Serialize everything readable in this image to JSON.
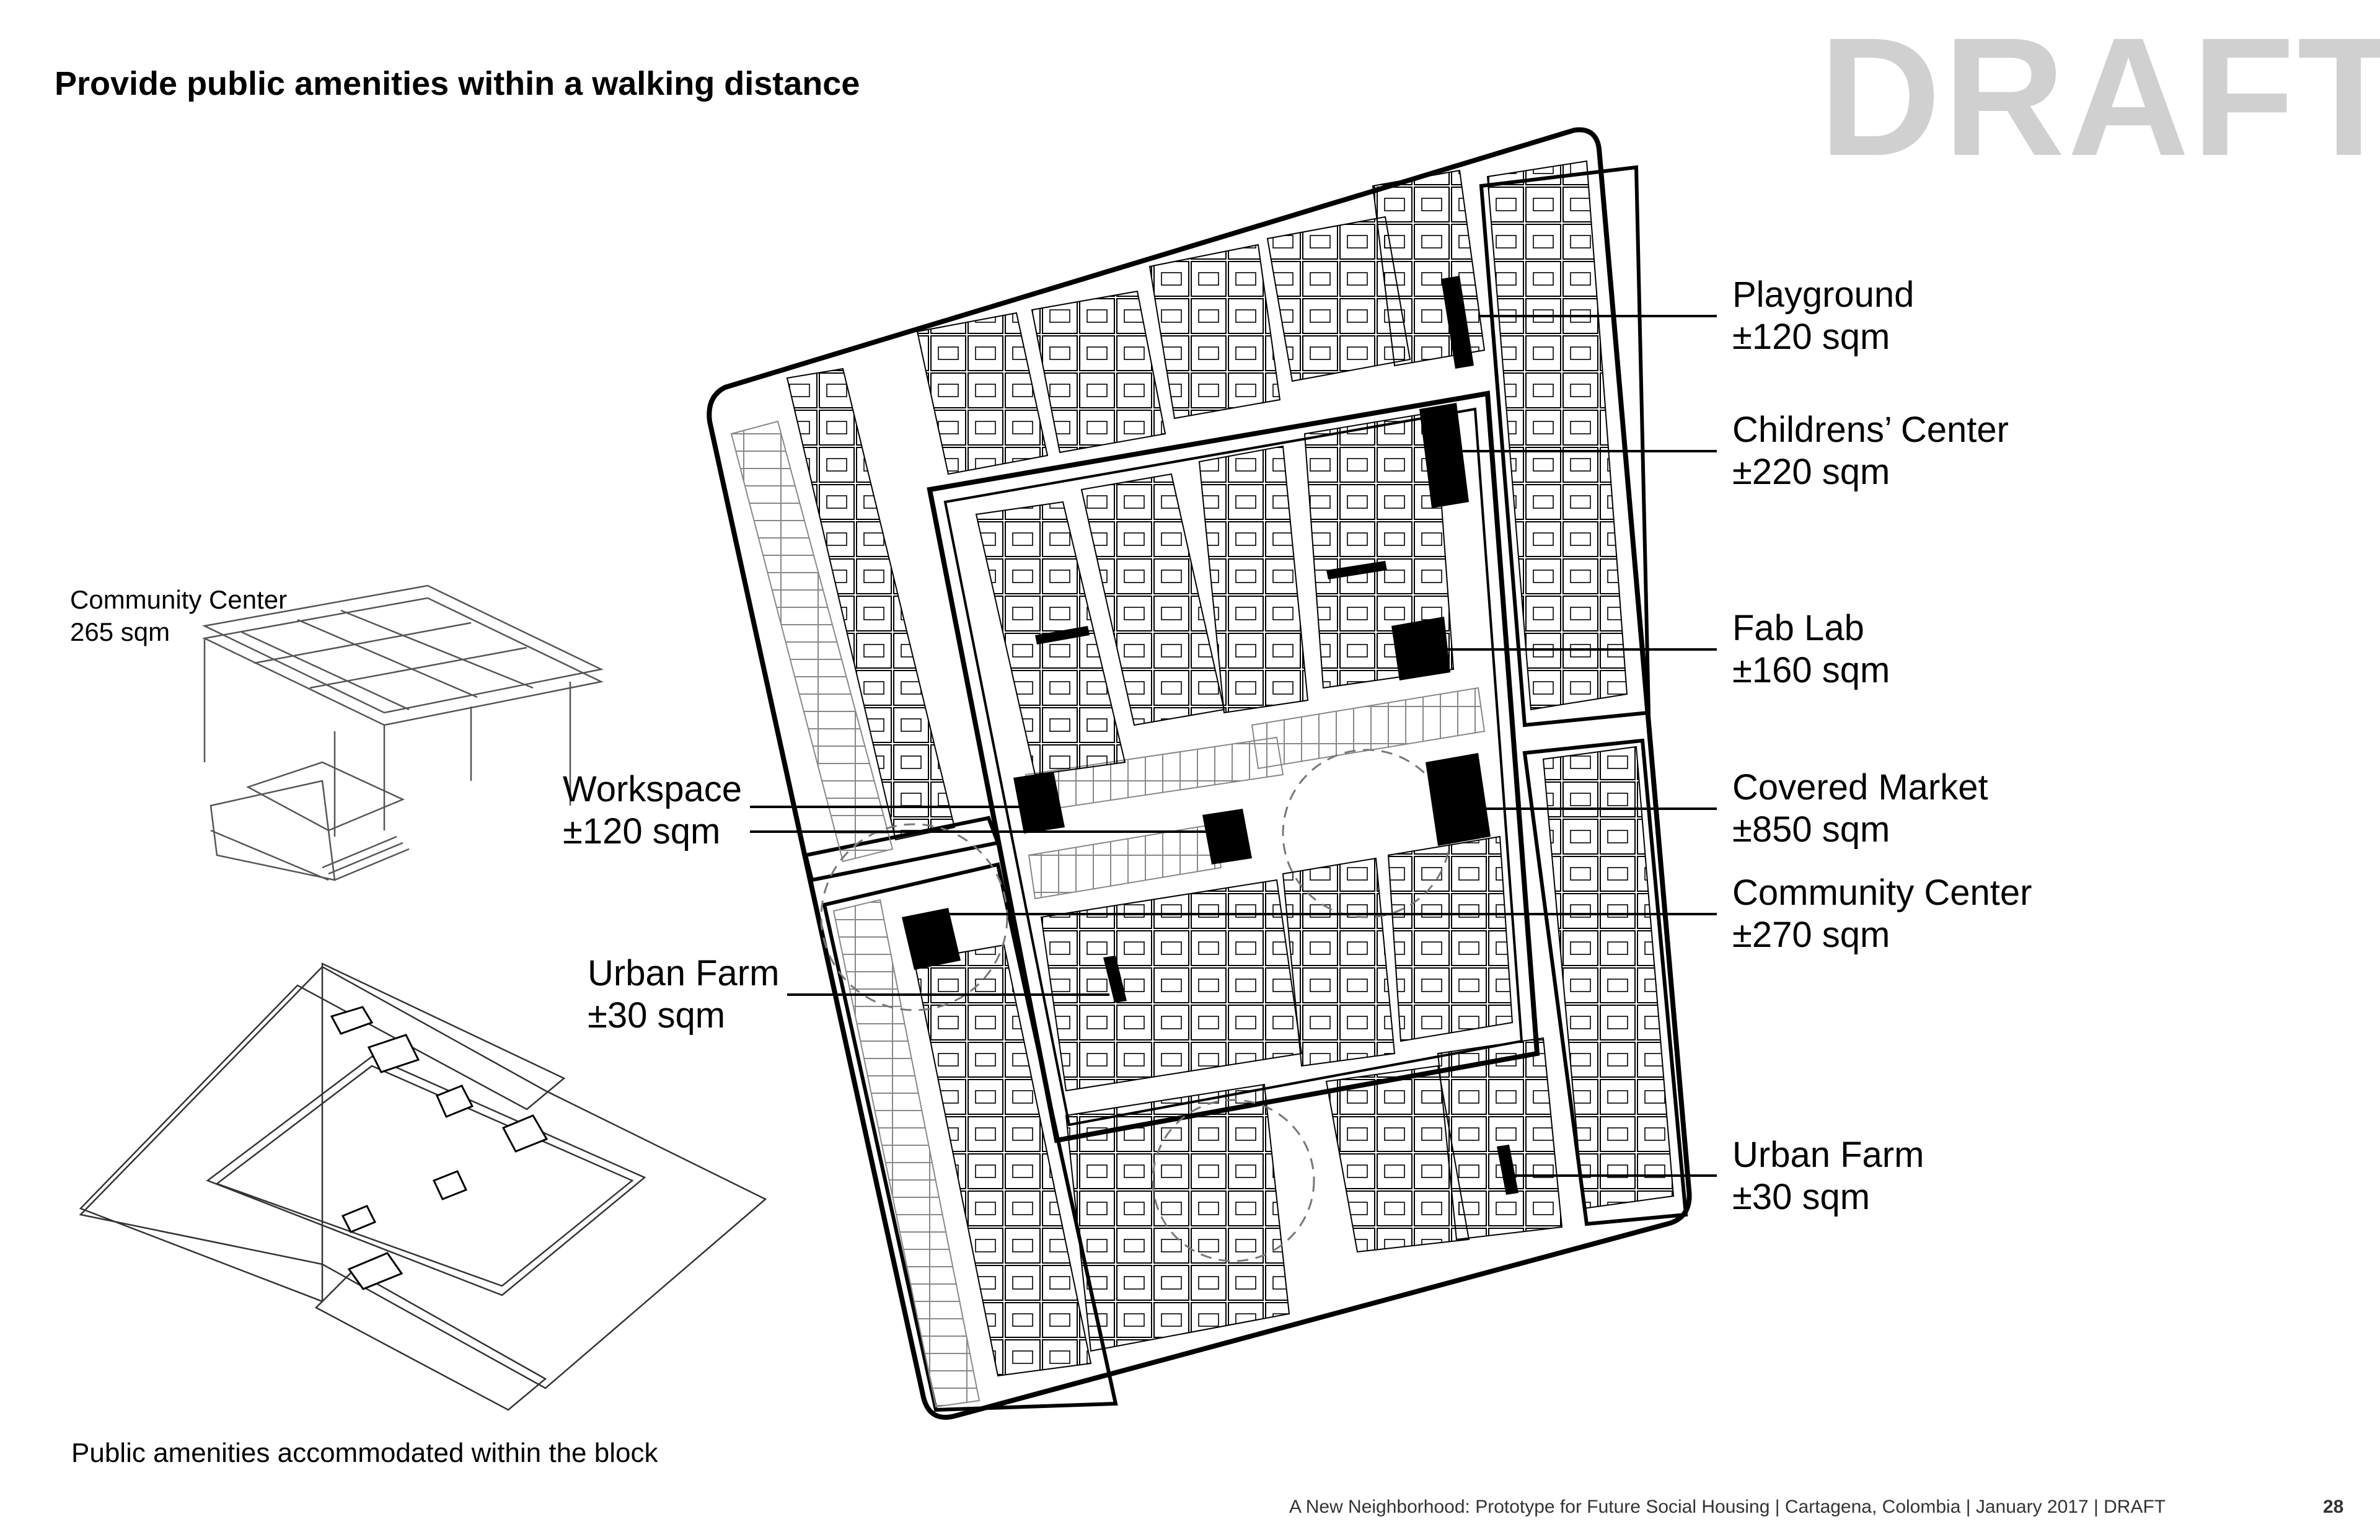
{
  "title": "Provide public amenities within a walking distance",
  "watermark": "DRAFT",
  "isometric_building": {
    "name": "Community Center",
    "area": "265 sqm"
  },
  "amenities": [
    {
      "name": "Playground",
      "area": "±120 sqm"
    },
    {
      "name": "Childrens’ Center",
      "area": "±220 sqm"
    },
    {
      "name": "Fab Lab",
      "area": "±160 sqm"
    },
    {
      "name": "Covered Market",
      "area": "±850 sqm"
    },
    {
      "name": "Community Center",
      "area": "±270 sqm"
    },
    {
      "name": "Urban Farm",
      "area": "±30 sqm"
    },
    {
      "name": "Workspace",
      "area": "±120 sqm"
    },
    {
      "name": "Urban Farm",
      "area": "±30 sqm"
    }
  ],
  "caption": "Public amenities accommodated within the block",
  "footer": "A New Neighborhood: Prototype for Future Social Housing | Cartagena, Colombia | January 2017 | DRAFT",
  "page_number": "28"
}
